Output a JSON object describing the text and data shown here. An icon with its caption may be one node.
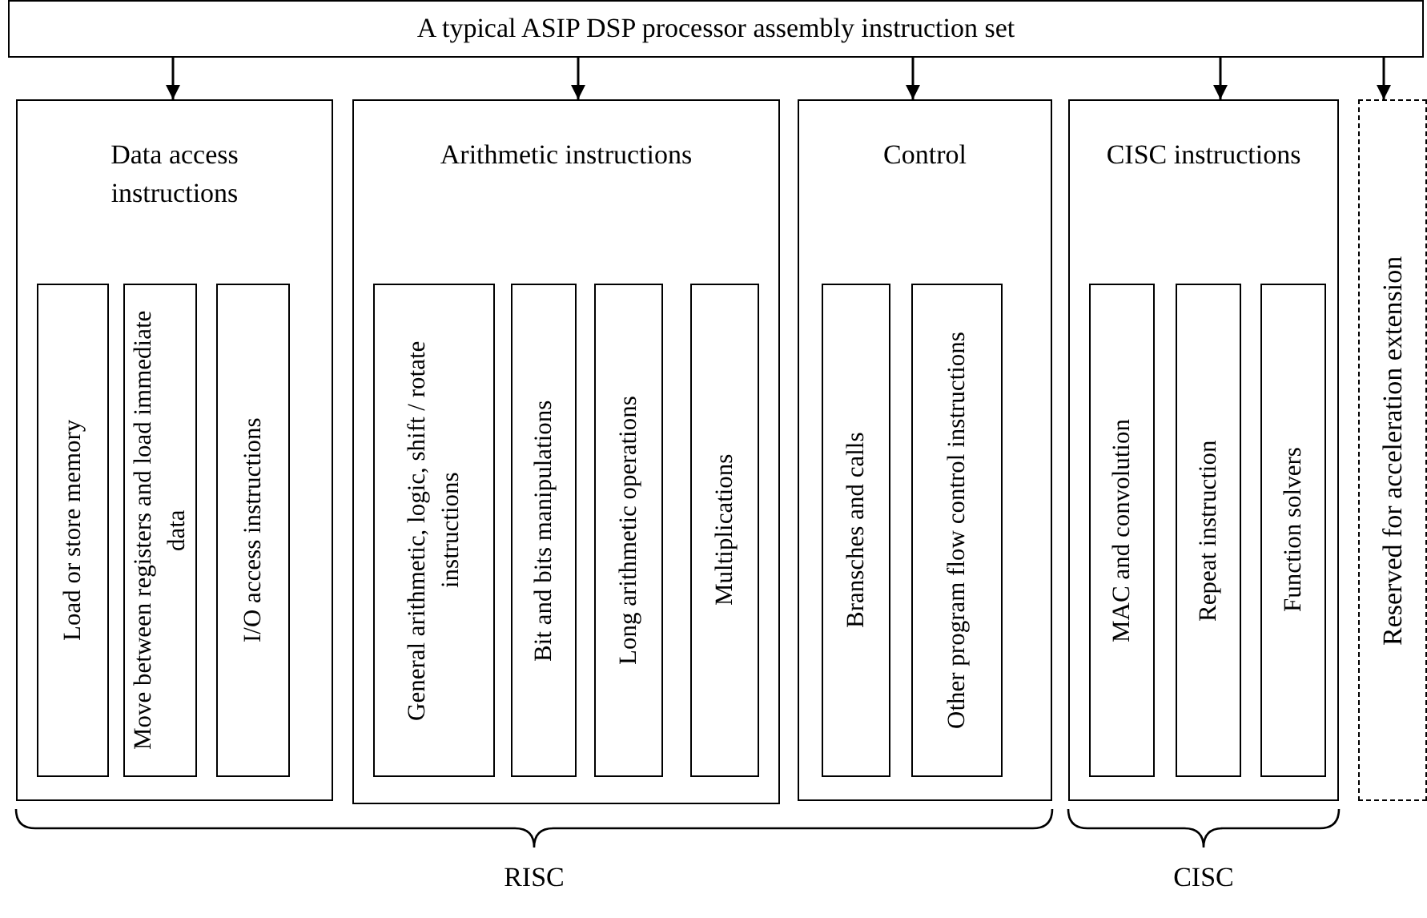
{
  "diagram": {
    "nodes": [
      {
        "text": [
          "A typical ASIP DSP processor assembly instruction set"
        ]
      },
      {
        "text": [
          "Data access instructions"
        ]
      },
      {
        "text": [
          "Load or store memory"
        ],
        "in": 1
      },
      {
        "text": [
          "Move between registers and load immediate data"
        ],
        "in": 1
      },
      {
        "text": [
          "I/O access instructions"
        ],
        "in": 1
      },
      {
        "text": [
          "Arithmetic instructions"
        ]
      },
      {
        "text": [
          "General arithmetic, logic, shift / rotate instructions"
        ],
        "in": 5
      },
      {
        "text": [
          "Bit and bits manipulations"
        ],
        "in": 5
      },
      {
        "text": [
          "Long arithmetic operations"
        ],
        "in": 5
      },
      {
        "text": [
          "Multiplications"
        ],
        "in": 5
      },
      {
        "text": [
          "Control"
        ]
      },
      {
        "text": [
          "Bransches and calls"
        ],
        "in": 10
      },
      {
        "text": [
          "Other program flow control instructions"
        ],
        "in": 10
      },
      {
        "text": [
          "CISC instructions"
        ]
      },
      {
        "text": [
          "MAC and convolution"
        ],
        "in": 13
      },
      {
        "text": [
          "Repeat instruction"
        ],
        "in": 13
      },
      {
        "text": [
          "Function solvers"
        ],
        "in": 13
      },
      {
        "text": [
          "Reserved for acceleration extension"
        ]
      }
    ],
    "edges": [
      {
        "from": 0,
        "to": 1,
        "arrow": "to"
      },
      {
        "from": 0,
        "to": 5,
        "arrow": "to"
      },
      {
        "from": 0,
        "to": 10,
        "arrow": "to"
      },
      {
        "from": 0,
        "to": 13,
        "arrow": "to"
      },
      {
        "from": 0,
        "to": 17,
        "arrow": "to"
      }
    ],
    "labels": [
      "RISC",
      "CISC"
    ]
  }
}
